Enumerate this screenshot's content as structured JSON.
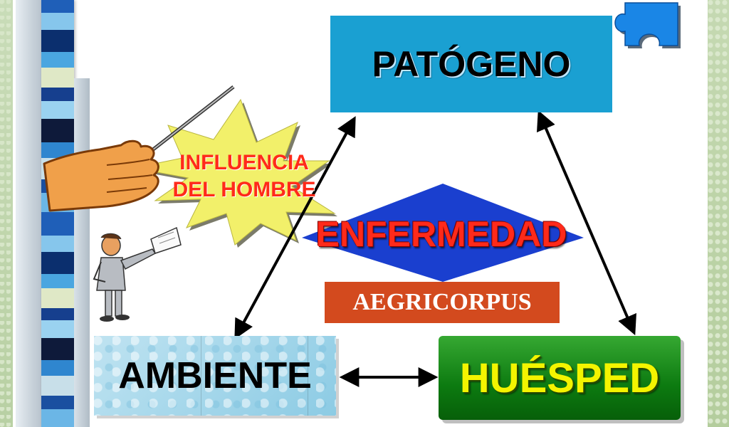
{
  "nodes": {
    "patogeno": "PATÓGENO",
    "ambiente": "AMBIENTE",
    "huesped": "HUÉSPED",
    "enfermedad": "ENFERMEDAD",
    "aegricorpus": "AEGRICORPUS",
    "influencia_line1": "INFLUENCIA",
    "influencia_line2": "DEL HOMBRE"
  },
  "colors": {
    "patogeno_box": "#1aa0d2",
    "huesped_box": "#0c7a10",
    "huesped_text": "#f4f400",
    "enfermedad_diamond": "#1a3fcf",
    "enfermedad_text": "#ff2a1a",
    "aegricorpus_box": "#d34a1e",
    "influencia_text": "#ff2a1a",
    "starburst": "#f2f06a",
    "puzzle_piece": "#1a86e6"
  },
  "icons": [
    "puzzle-piece-icon",
    "pointing-hand-icon",
    "presenter-figure-icon",
    "starburst-icon"
  ]
}
